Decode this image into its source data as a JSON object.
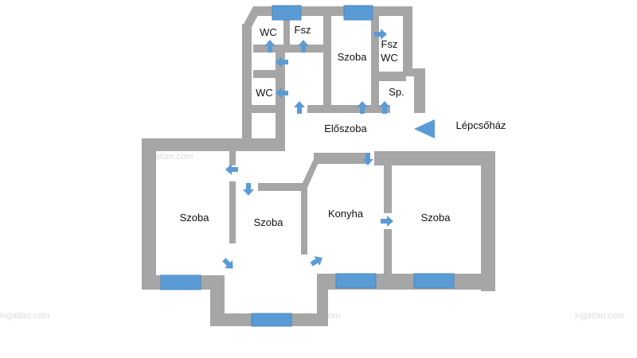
{
  "floor_plan": {
    "watermark": "ingatlan.com",
    "rooms": {
      "wc_1": "WC",
      "fsz_1": "Fsz",
      "szoba_top": "Szoba",
      "fsz_2": "Fsz",
      "wc_3": "WC",
      "wc_2": "WC",
      "sp": "Sp.",
      "eloszoba": "Előszoba",
      "lepcsohaz": "Lépcsőház",
      "szoba_left": "Szoba",
      "szoba_mid": "Szoba",
      "konyha": "Konyha",
      "szoba_right": "Szoba"
    },
    "colors": {
      "wall": "#a6a6a6",
      "window": "#5b9bd5",
      "door_arrow": "#5b9bd5"
    }
  }
}
